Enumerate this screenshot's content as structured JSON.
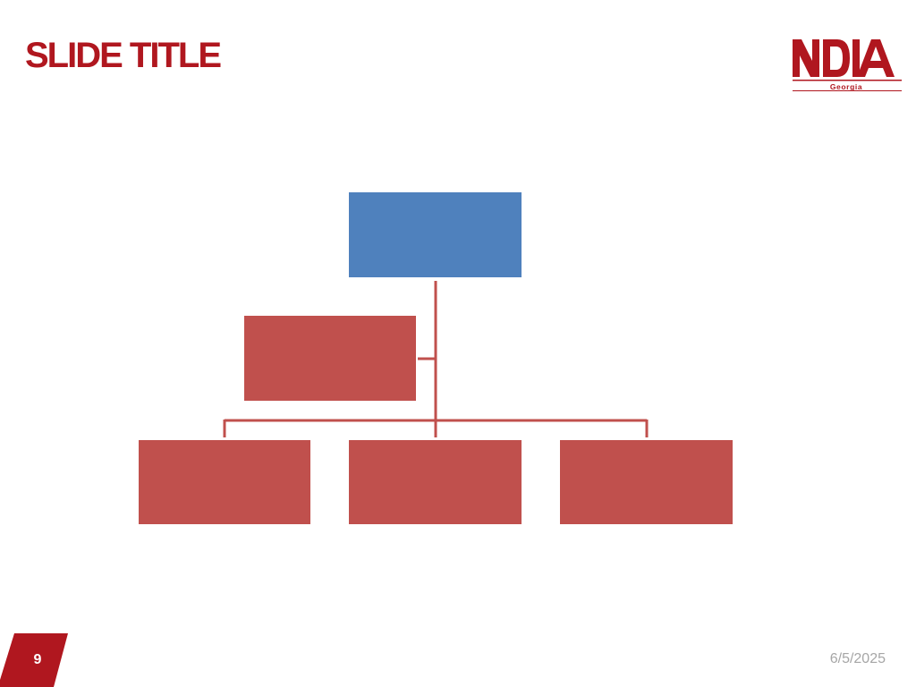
{
  "slide": {
    "title": "SLIDE TITLE",
    "page_number": "9",
    "date": "6/5/2025"
  },
  "logo": {
    "name": "NDIA",
    "sub": "Georgia"
  },
  "org_chart": {
    "nodes": [
      {
        "id": "top",
        "role": "top",
        "label": ""
      },
      {
        "id": "assistant",
        "role": "assistant",
        "label": ""
      },
      {
        "id": "sub-1",
        "role": "subordinate",
        "label": ""
      },
      {
        "id": "sub-2",
        "role": "subordinate",
        "label": ""
      },
      {
        "id": "sub-3",
        "role": "subordinate",
        "label": ""
      }
    ]
  },
  "colors": {
    "title": "#b0171f",
    "top_box": "#4f81bd",
    "sub_box": "#c0504d",
    "connector": "#c0504d",
    "page_badge": "#b0171f",
    "date": "#a6a6a6"
  }
}
